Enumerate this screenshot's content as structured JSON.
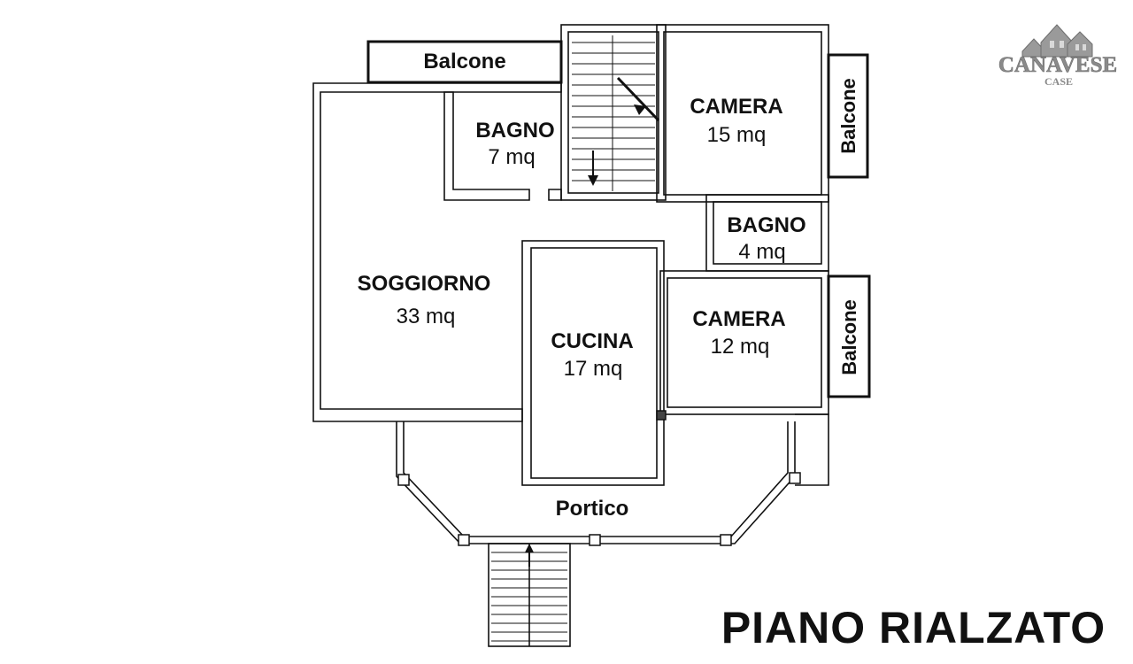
{
  "plan_title": "PIANO RIALZATO",
  "logo": {
    "name": "CANAVESE",
    "sub": "CASE"
  },
  "rooms": {
    "balcone_top": "Balcone",
    "bagno_1": {
      "name": "BAGNO",
      "area": "7 mq"
    },
    "camera_1": {
      "name": "CAMERA",
      "area": "15 mq"
    },
    "balcone_right_1": "Balcone",
    "bagno_2": {
      "name": "BAGNO",
      "area": "4 mq"
    },
    "soggiorno": {
      "name": "SOGGIORNO",
      "area": "33 mq"
    },
    "cucina": {
      "name": "CUCINA",
      "area": "17 mq"
    },
    "camera_2": {
      "name": "CAMERA",
      "area": "12 mq"
    },
    "balcone_right_2": "Balcone",
    "portico": "Portico"
  },
  "colors": {
    "wall": "#111111",
    "logo_grey": "#8a8a8a",
    "background": "#ffffff"
  }
}
